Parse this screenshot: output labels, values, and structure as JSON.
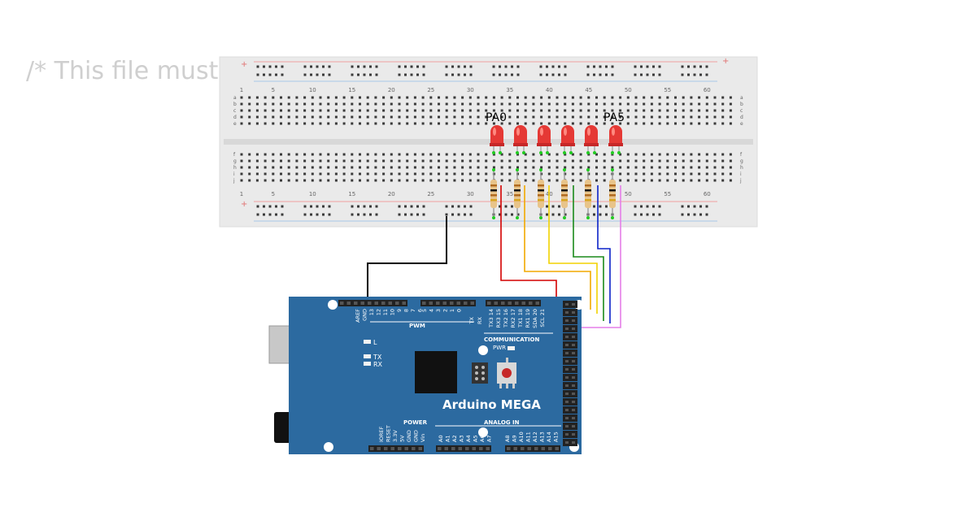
{
  "code_comment": "/* This file must",
  "breadboard": {
    "column_numbers": [
      "1",
      "5",
      "10",
      "15",
      "20",
      "25",
      "30",
      "35",
      "40",
      "45",
      "50",
      "55",
      "60"
    ],
    "row_letters_top": [
      "a",
      "b",
      "c",
      "d",
      "e"
    ],
    "row_letters_bottom": [
      "f",
      "g",
      "h",
      "i",
      "j"
    ],
    "rail_plus": "+",
    "rail_minus": "-"
  },
  "leds": {
    "count": 6,
    "color": "#e53935",
    "first_label": "PA0",
    "last_label": "PA5"
  },
  "wires": {
    "colors": [
      "#d40000",
      "#f2a900",
      "#f2d200",
      "#1a8a1a",
      "#0b22c8",
      "#e57ee8"
    ],
    "ground_color": "#000000"
  },
  "arduino": {
    "board_color": "#2c6aa0",
    "name": "Arduino MEGA",
    "labels": {
      "pwm": "PWM",
      "communication": "COMMUNICATION",
      "power": "POWER",
      "analog_in": "ANALOG IN",
      "led_l": "L",
      "led_tx": "TX",
      "led_rx": "RX",
      "pwr": "PWR"
    },
    "top_header_pins": [
      "AREF",
      "GND",
      "13",
      "12",
      "11",
      "10",
      "9",
      "8",
      "7",
      "6",
      "5",
      "4",
      "3",
      "2",
      "1",
      "0"
    ],
    "tx_rx_pins": [
      "TX",
      "RX"
    ],
    "comm_pins": [
      "TX3 14",
      "RX3 15",
      "TX2 16",
      "RX2 17",
      "TX1 18",
      "RX1 19",
      "SDA 20",
      "SCL 21"
    ],
    "power_pins": [
      "IOREF",
      "RESET",
      "3.3V",
      "5V",
      "GND",
      "GND",
      "Vin"
    ],
    "analog_pins": [
      "A0",
      "A1",
      "A2",
      "A3",
      "A4",
      "A5",
      "A6",
      "A7",
      "A8",
      "A9",
      "A10",
      "A11",
      "A12",
      "A13",
      "A14",
      "A15"
    ]
  }
}
